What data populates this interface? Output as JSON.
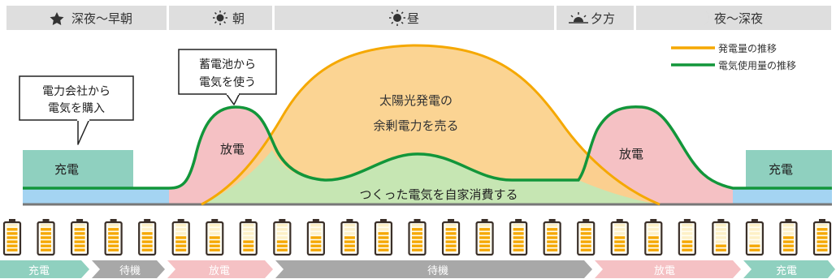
{
  "time_periods": [
    {
      "label": "深夜〜早朝",
      "icon": "star-icon"
    },
    {
      "label": "朝",
      "icon": "sun-low-icon"
    },
    {
      "label": "昼",
      "icon": "sun-icon"
    },
    {
      "label": "夕方",
      "icon": "sunset-icon"
    },
    {
      "label": "夜〜深夜",
      "icon": "moon-icon"
    }
  ],
  "legend": {
    "generation": "発電量の推移",
    "usage": "電気使用量の推移"
  },
  "callouts": {
    "buy": [
      "電力会社から",
      "電気を購入"
    ],
    "use_storage": [
      "蓄電池から",
      "電気を使う"
    ]
  },
  "areas": {
    "surplus": [
      "太陽光発電の",
      "余剰電力を売る"
    ],
    "self_consume": "つくった電気を自家消費する",
    "charge_left": "充電",
    "charge_right": "充電",
    "discharge_left": "放電",
    "discharge_right": "放電"
  },
  "battery_levels": [
    0.9,
    0.9,
    0.9,
    0.8,
    0.7,
    0.6,
    0.5,
    0.4,
    0.4,
    0.5,
    0.6,
    0.7,
    0.8,
    0.9,
    0.9,
    0.9,
    0.9,
    0.8,
    0.6,
    0.5,
    0.4,
    0.3,
    0.3,
    0.6,
    0.8
  ],
  "status_bar": [
    {
      "label": "充電",
      "state": "charge"
    },
    {
      "label": "待機",
      "state": "standby"
    },
    {
      "label": "放電",
      "state": "discharge"
    },
    {
      "label": "待機",
      "state": "standby"
    },
    {
      "label": "放電",
      "state": "discharge"
    },
    {
      "label": "充電",
      "state": "charge"
    }
  ],
  "colors": {
    "generation": "#f5a800",
    "usage": "#12963a",
    "charge": "#8fd0bf",
    "discharge": "#f5c1c4",
    "standby": "#a8a8a8",
    "surplus": "#fbd08a",
    "self_consume": "#c6e6b3",
    "grid": "#a4d4f2"
  }
}
